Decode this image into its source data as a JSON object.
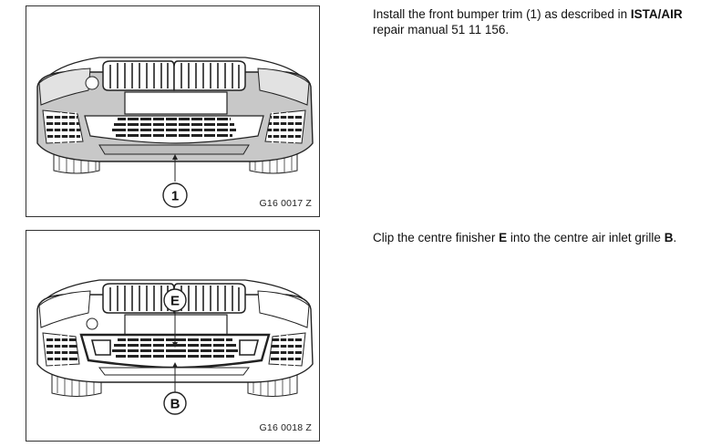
{
  "figure1": {
    "callout": "1",
    "code": "G16 0017 Z"
  },
  "figure2": {
    "callout_top": "E",
    "callout_bottom": "B",
    "code": "G16 0018 Z"
  },
  "step1": {
    "text_a": "Install the front bumper trim (1) as described in ",
    "bold": "ISTA/AIR",
    "text_b": " repair manual 51 11 156."
  },
  "step2": {
    "text_a": "Clip the centre finisher ",
    "bold_a": "E",
    "text_b": " into the centre air inlet grille ",
    "bold_b": "B",
    "text_c": "."
  },
  "colors": {
    "bumper_fill": "#c8c8c8",
    "line": "#222222"
  }
}
